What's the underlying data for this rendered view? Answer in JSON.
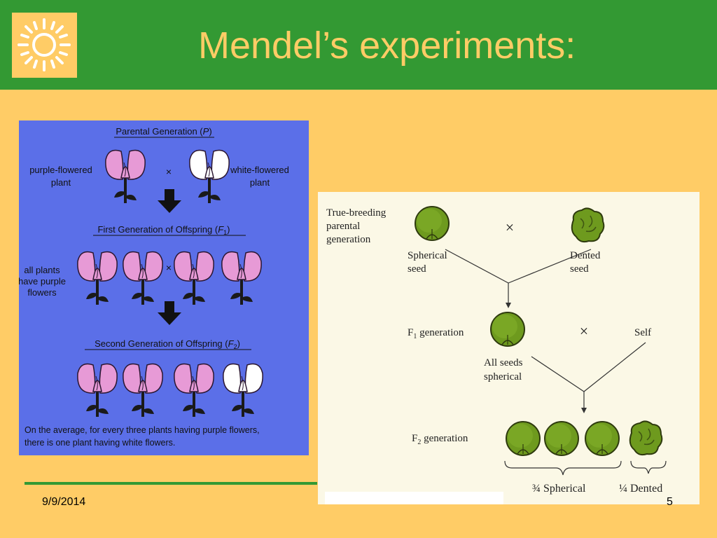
{
  "slide": {
    "title": "Mendel’s experiments:",
    "date": "9/9/2014",
    "page_number": "5"
  },
  "figure_flowers": {
    "parental_heading": "Parental Generation (",
    "parental_symbol": "P",
    "f1_heading": "First Generation of Offspring (",
    "f1_symbol": "F",
    "f1_sub": "1",
    "f2_heading": "Second Generation of Offspring (",
    "f2_symbol": "F",
    "f2_sub": "2",
    "close_paren": ")",
    "purple_label_line1": "purple-flowered",
    "purple_label_line2": "plant",
    "white_label_line1": "white-flowered",
    "white_label_line2": "plant",
    "cross_symbol": "×",
    "f1_label_line1": "all plants",
    "f1_label_line2": "have purple",
    "f1_label_line3": "flowers",
    "caption_line1": "On the average, for every three plants having purple flowers,",
    "caption_line2": "there is one plant having white flowers."
  },
  "figure_seeds": {
    "parent_label_line1": "True-breeding",
    "parent_label_line2": "parental",
    "parent_label_line3": "generation",
    "cross_symbol": "×",
    "spherical_line1": "Spherical",
    "spherical_line2": "seed",
    "dented_line1": "Dented",
    "dented_line2": "seed",
    "f1_prefix": "F",
    "f1_sub": "1",
    "f1_suffix": " generation",
    "self_label": "Self",
    "all_seeds_line1": "All seeds",
    "all_seeds_line2": "spherical",
    "f2_prefix": "F",
    "f2_sub": "2",
    "f2_suffix": " generation",
    "three_quarter": "¾",
    "spherical_ratio_label": " Spherical",
    "one_quarter": "¼",
    "dented_ratio_label": " Dented"
  },
  "colors": {
    "header_green": "#339933",
    "background_yellow": "#FFCC66",
    "figure_blue": "#5B6FE8",
    "purple_flower": "#E79AD6",
    "seed_green": "#6E9A1E"
  }
}
